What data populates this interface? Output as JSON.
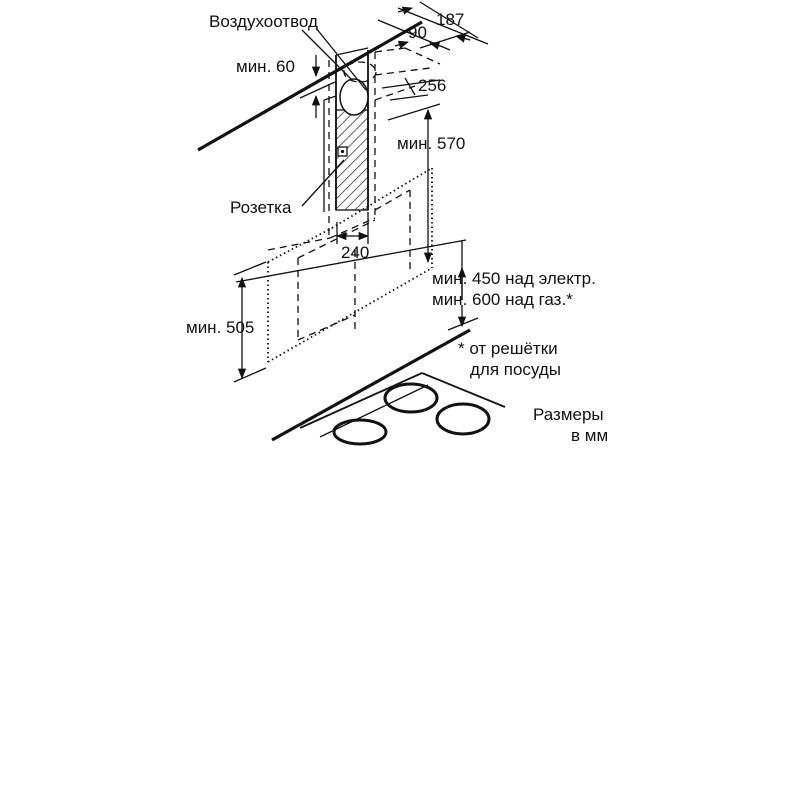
{
  "labels": {
    "air_duct": "Воздухоотвод",
    "min_60": "мин. 60",
    "socket": "Розетка",
    "min_570": "мин. 570",
    "min_505": "мин. 505",
    "min_450": "мин. 450 над электр.",
    "min_600": "мин. 600 над газ.*",
    "footnote_line1": "* от решётки",
    "footnote_line2": "для посуды",
    "units_line1": "Размеры",
    "units_line2": "в мм"
  },
  "dimensions": {
    "d187": "187",
    "d90": "90",
    "d256": "256",
    "d240": "240"
  }
}
